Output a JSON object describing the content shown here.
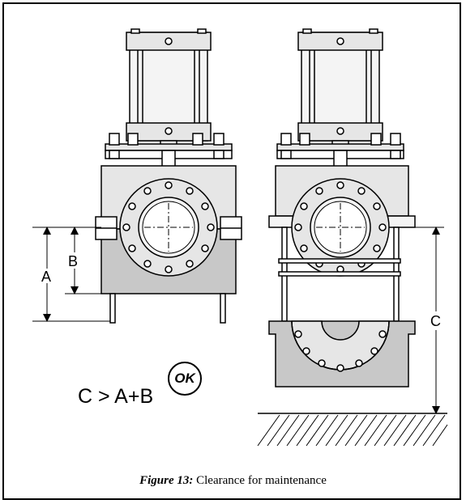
{
  "labels": {
    "a": "A",
    "b": "B",
    "c": "C"
  },
  "formula": "C > A+B",
  "badge": "OK",
  "caption": {
    "figure": "Figure 13:",
    "text": " Clearance for maintenance"
  },
  "colors": {
    "line": "#000000",
    "body_fill": "#e6e6e6",
    "lower_fill": "#c8c8c8",
    "light_fill": "#f4f4f4"
  },
  "icons": [
    "ground-hatch-icon",
    "dimension-arrow-icon"
  ]
}
